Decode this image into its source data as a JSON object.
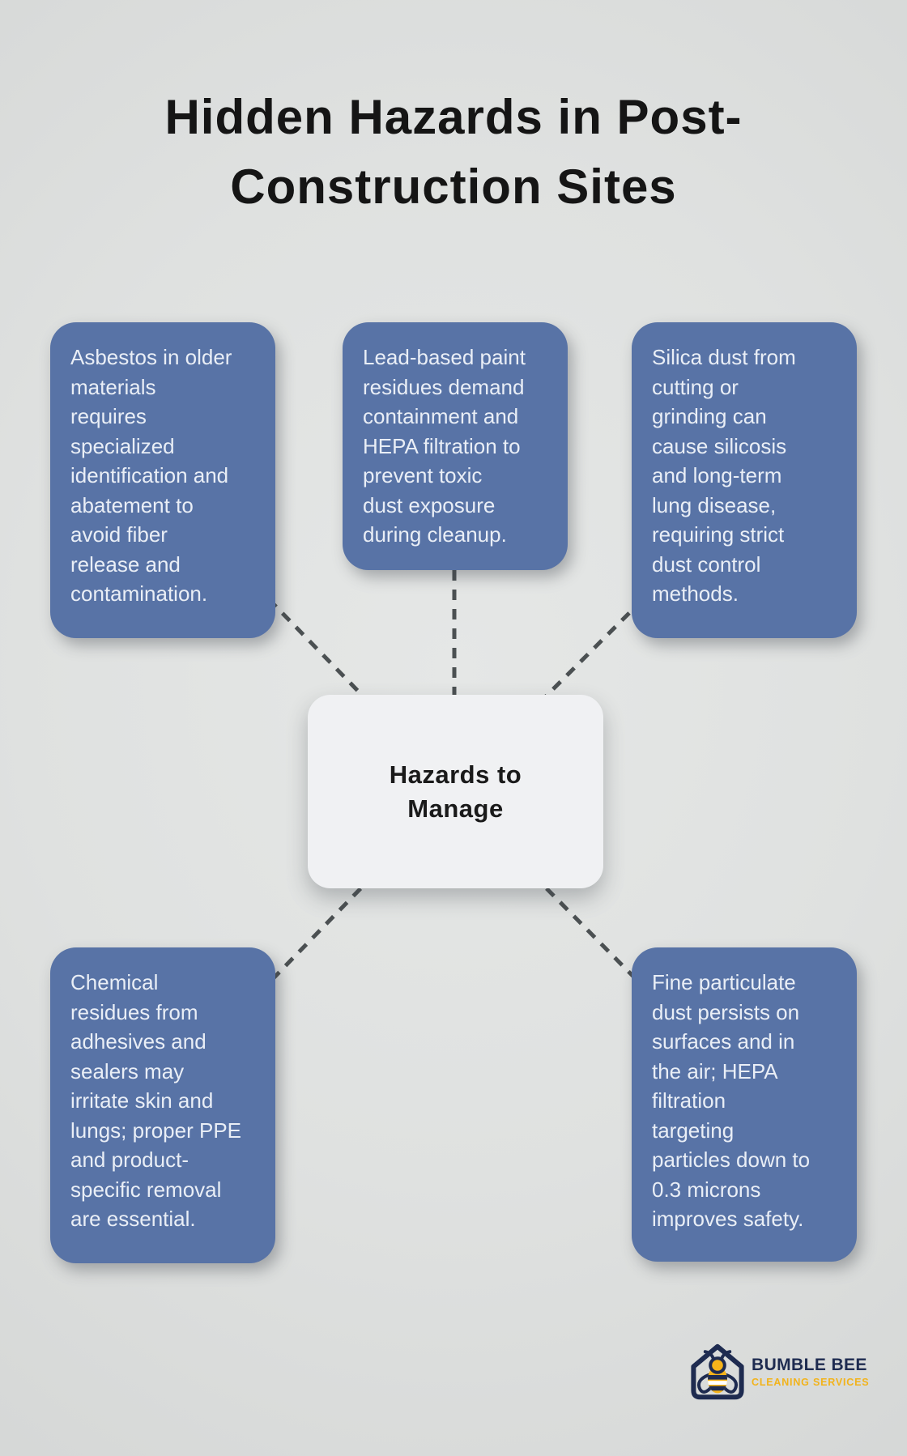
{
  "title": {
    "text": "Hidden Hazards in Post-\nConstruction Sites"
  },
  "center": {
    "label": "Hazards to\nManage"
  },
  "hazards": [
    {
      "id": "asbestos",
      "text": "Asbestos in older\nmaterials\nrequires\nspecialized\nidentification and\nabatement to\navoid fiber\nrelease and\ncontamination."
    },
    {
      "id": "lead-paint",
      "text": "Lead-based paint\nresidues demand\ncontainment and\nHEPA filtration to\nprevent toxic\ndust exposure\nduring cleanup."
    },
    {
      "id": "silica-dust",
      "text": "Silica dust from\ncutting or\ngrinding can\ncause silicosis\nand long-term\nlung disease,\nrequiring strict\ndust control\nmethods."
    },
    {
      "id": "chemical-residues",
      "text": "Chemical\nresidues from\nadhesives and\nsealers may\nirritate skin and\nlungs; proper PPE\nand product-\nspecific removal\nare essential."
    },
    {
      "id": "fine-particulate",
      "text": "Fine particulate\ndust persists on\nsurfaces and in\nthe air; HEPA\nfiltration\ntargeting\nparticles down to\n0.3 microns\nimproves safety."
    }
  ],
  "logo": {
    "brand": "BUMBLE BEE",
    "tagline": "CLEANING SERVICES"
  },
  "colors": {
    "background": "#dfe1e0",
    "hazard_box": "#5873a6",
    "hazard_text": "#e9eef6",
    "center_box": "#f0f1f3",
    "center_text": "#1a1a1a",
    "title_text": "#151515",
    "connector": "#4b5052",
    "brand_navy": "#1e2b50",
    "brand_gold": "#f2b31b",
    "bee_yellow": "#f5b31a"
  }
}
